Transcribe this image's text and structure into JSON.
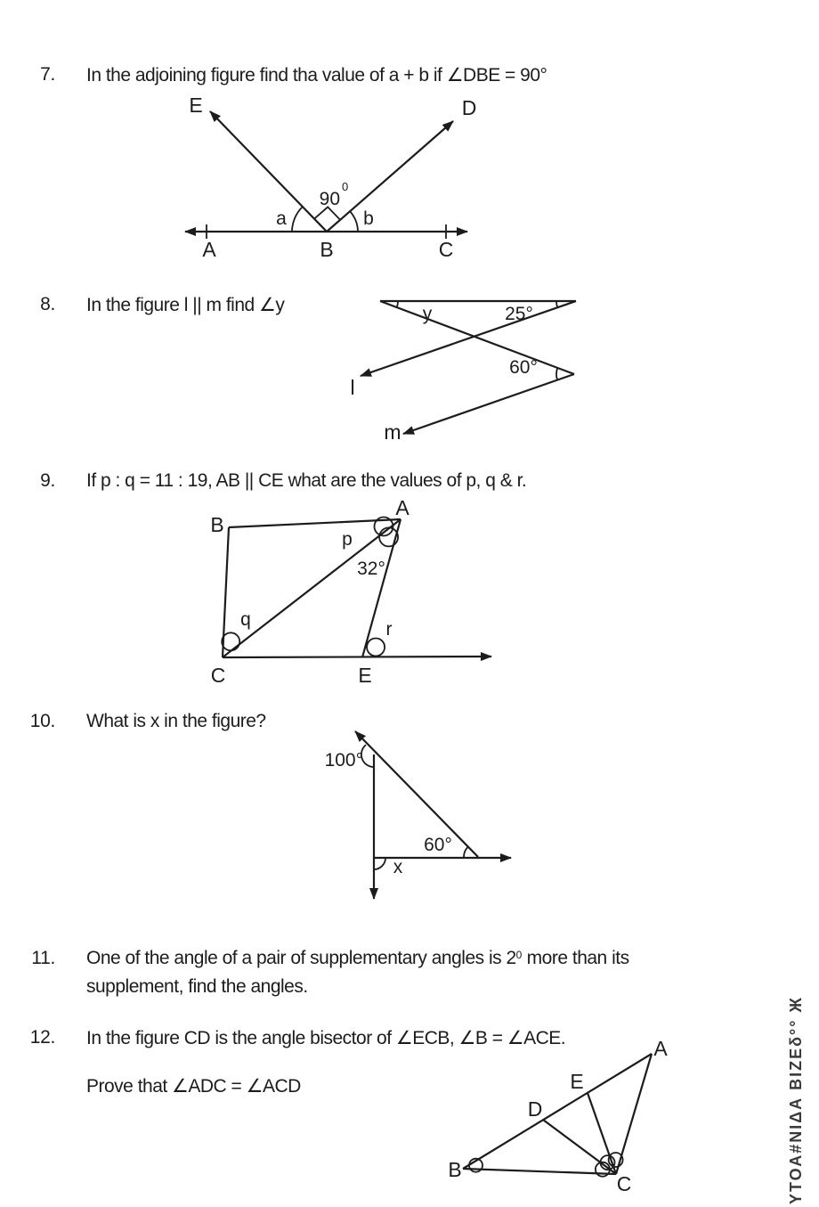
{
  "questions": {
    "q7": {
      "num": "7.",
      "text": "In the adjoining figure find tha value of a + b if ∠DBE = 90°",
      "fig": {
        "E": "E",
        "D": "D",
        "A": "A",
        "B": "B",
        "C": "C",
        "angle90": "90",
        "angle90_sup": "0",
        "a": "a",
        "b": "b"
      }
    },
    "q8": {
      "num": "8.",
      "text": "In the figure l || m find ∠y",
      "fig": {
        "y": "y",
        "deg25": "25°",
        "deg60": "60°",
        "l": "l",
        "m": "m"
      }
    },
    "q9": {
      "num": "9.",
      "text": "If p : q = 11 : 19, AB || CE what are the values of p, q & r.",
      "fig": {
        "A": "A",
        "B": "B",
        "C": "C",
        "E": "E",
        "p": "p",
        "deg32": "32°",
        "q": "q",
        "r": "r"
      }
    },
    "q10": {
      "num": "10.",
      "text": "What is x in the figure?",
      "fig": {
        "deg100": "100°",
        "deg60": "60°",
        "x": "x"
      }
    },
    "q11": {
      "num": "11.",
      "text_before_sup": "One of the angle of a pair of supplementary angles is 2",
      "sup": "0",
      "text_after_sup": " more than its",
      "line2": "supplement, find the angles."
    },
    "q12": {
      "num": "12.",
      "text": "In the figure CD is the angle bisector of ∠ECB, ∠B = ∠ACE.",
      "line2": "Prove that ∠ADC = ∠ACD",
      "fig": {
        "A": "A",
        "B": "B",
        "C": "C",
        "D": "D",
        "E": "E"
      }
    }
  },
  "margin_note": {
    "text": "ΥΤΟΑ#ΝΙΔΑ  ΒΙΖΕδ°° Ж"
  }
}
